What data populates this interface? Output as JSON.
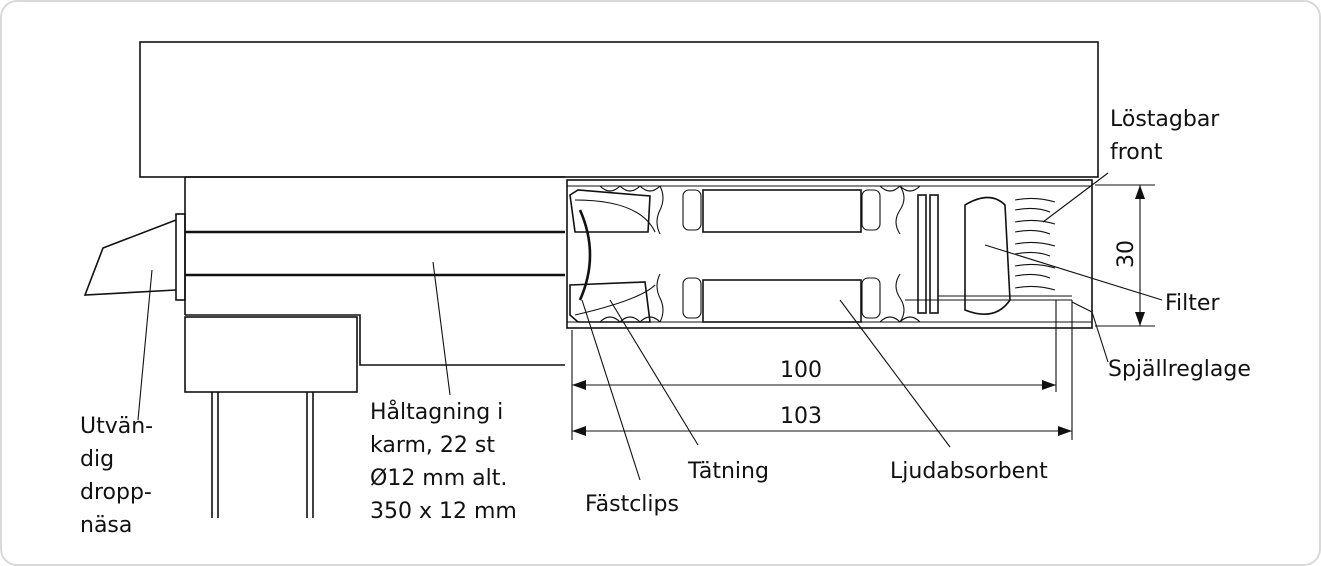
{
  "labels": {
    "removable_front": [
      "Löstagbar",
      "front"
    ],
    "filter": "Filter",
    "damper_control": "Spjällreglage",
    "outer_drip_nose": [
      "Utvän-",
      "dig",
      "dropp-",
      "näsa"
    ],
    "frame_holes": [
      "Håltagning i",
      "karm, 22 st",
      "Ø12 mm alt.",
      "350 x 12 mm"
    ],
    "mounting_clips": "Fästclips",
    "seal": "Tätning",
    "sound_absorbent": "Ljudabsorbent"
  },
  "dimensions": {
    "height": "30",
    "length_inner": "100",
    "length_outer": "103"
  },
  "colors": {
    "line": "#111111",
    "frame": "#d9d9d9",
    "background": "#ffffff"
  }
}
